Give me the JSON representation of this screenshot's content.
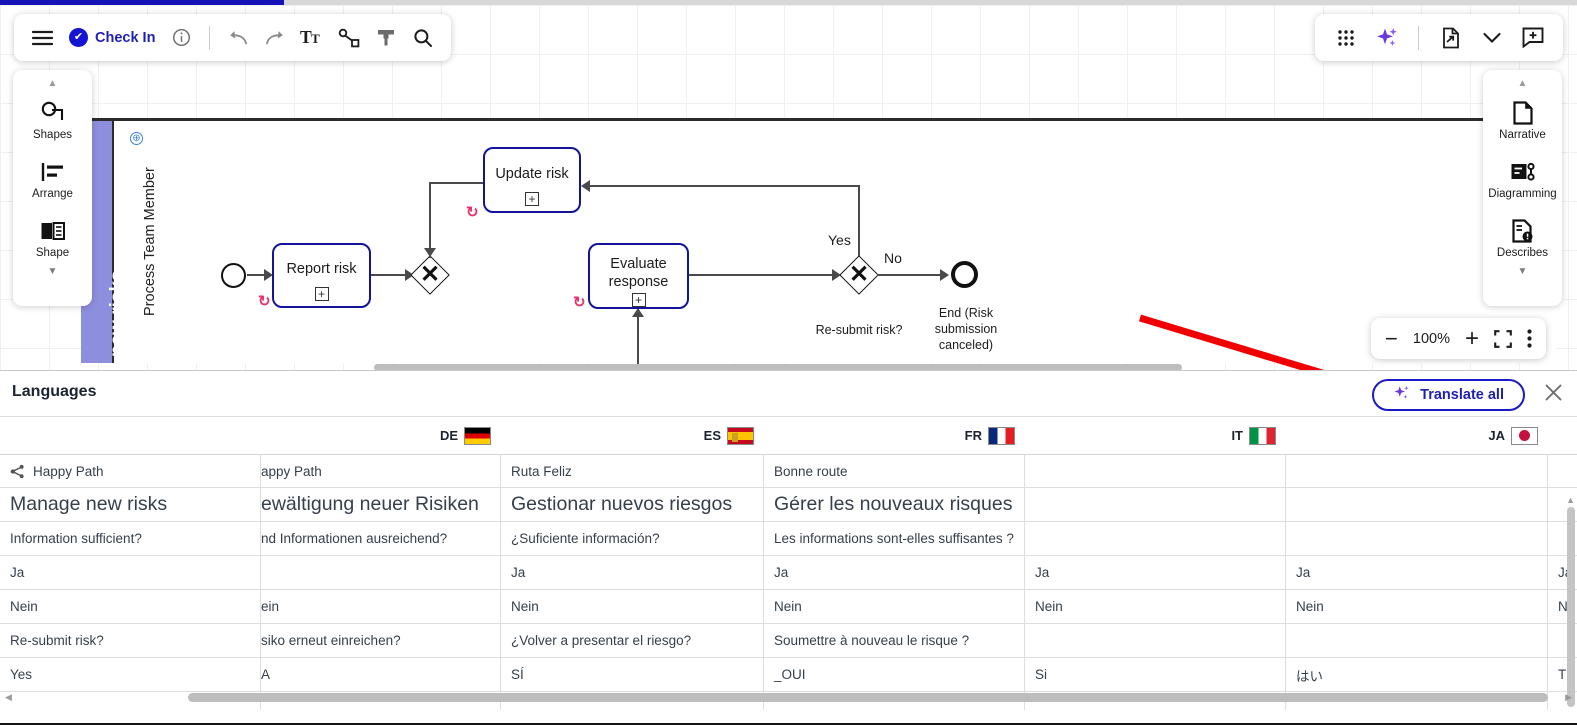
{
  "window": {
    "progress_percent": 18
  },
  "toolbar_main": {
    "menu_icon": "hamburger-menu-icon",
    "check_in_label": "Check In",
    "check_in_icon": "check-circle-icon",
    "info_icon": "info-icon",
    "undo_icon": "undo-icon",
    "redo_icon": "redo-icon",
    "text_icon": "text-format-icon",
    "connector_icon": "connector-line-icon",
    "paint_icon": "paint-format-icon",
    "search_icon": "search-icon"
  },
  "toolbar_right": {
    "apps_icon": "apps-grid-icon",
    "ai_icon": "sparkles-ai-icon",
    "doc_icon": "document-open-external-icon",
    "chevron_icon": "chevron-down-icon",
    "comment_icon": "add-comment-icon"
  },
  "rail_left": {
    "up_arrow": "▲",
    "down_arrow": "▼",
    "items": [
      {
        "label": "Shapes",
        "icon": "shapes-icon"
      },
      {
        "label": "Arrange",
        "icon": "arrange-align-icon"
      },
      {
        "label": "Shape",
        "icon": "shape-book-icon"
      }
    ]
  },
  "rail_right": {
    "up_arrow": "▲",
    "down_arrow": "▼",
    "items": [
      {
        "label": "Narrative",
        "icon": "narrative-page-icon"
      },
      {
        "label": "Diagramming",
        "icon": "diagramming-icon"
      },
      {
        "label": "Describes",
        "icon": "describes-document-info-icon"
      }
    ]
  },
  "zoom_bar": {
    "minus_label": "−",
    "level": "100%",
    "plus_label": "+",
    "fit_icon": "fit-screen-icon",
    "more_icon": "more-vertical-icon"
  },
  "diagram": {
    "pool_name": "new risks",
    "lane_name": "Process Team Member",
    "pool_marker_icon": "pool-anchor-icon",
    "tasks": [
      {
        "name": "Report risk",
        "marker": "+"
      },
      {
        "name": "Update risk",
        "marker": "+"
      },
      {
        "name": "Evaluate response",
        "marker": "+"
      }
    ],
    "gateway_labels": {
      "yes": "Yes",
      "no": "No"
    },
    "captions": {
      "gateway2": "Re-submit risk?",
      "end_event": "End (Risk submission canceled)"
    }
  },
  "panel": {
    "title": "Languages",
    "translate_all_label": "Translate all",
    "translate_all_icon": "sparkles-ai-icon",
    "close_icon": "close-icon",
    "columns": [
      {
        "code": "",
        "flag": ""
      },
      {
        "code": "DE",
        "flag": "f-de"
      },
      {
        "code": "ES",
        "flag": "f-es"
      },
      {
        "code": "FR",
        "flag": "f-fr"
      },
      {
        "code": "IT",
        "flag": "f-it"
      },
      {
        "code": "JA",
        "flag": "f-jp"
      }
    ],
    "rows": [
      {
        "icon": "share-branch-icon",
        "size": "normal",
        "cells": [
          "Happy Path",
          "appy Path",
          "Ruta Feliz",
          "Bonne route",
          "",
          "",
          ""
        ]
      },
      {
        "icon": "",
        "size": "big",
        "cells": [
          "Manage new risks",
          "ewältigung neuer Risiken",
          "Gestionar nuevos riesgos",
          "Gérer les nouveaux risques",
          "",
          "",
          ""
        ]
      },
      {
        "icon": "",
        "size": "normal",
        "cells": [
          "Information sufficient?",
          "nd Informationen ausreichend?",
          "¿Suficiente información?",
          "Les informations sont-elles suffisantes ?",
          "",
          "",
          ""
        ]
      },
      {
        "icon": "",
        "size": "normal",
        "cells": [
          "Ja",
          "",
          "Ja",
          "Ja",
          "Ja",
          "Ja",
          "Ja"
        ]
      },
      {
        "icon": "",
        "size": "normal",
        "cells": [
          "Nein",
          "ein",
          "Nein",
          "Nein",
          "Nein",
          "Nein",
          "N"
        ]
      },
      {
        "icon": "",
        "size": "normal",
        "cells": [
          "Re-submit risk?",
          "siko erneut einreichen?",
          "¿Volver a presentar el riesgo?",
          "Soumettre à nouveau le risque ?",
          "",
          "",
          ""
        ]
      },
      {
        "icon": "",
        "size": "normal",
        "cells": [
          "Yes",
          "A",
          "SÍ",
          "_OUI",
          "Si",
          "はい",
          "T"
        ]
      },
      {
        "icon": "",
        "size": "normal",
        "cells": [
          "",
          "",
          "",
          "",
          "",
          "",
          ""
        ]
      }
    ]
  },
  "colors": {
    "accent_blue": "#1f1fb4",
    "task_border": "#13139b",
    "pool_band": "#8e8ede",
    "loop_marker": "#e8336d",
    "annotation_red": "#f00000"
  }
}
